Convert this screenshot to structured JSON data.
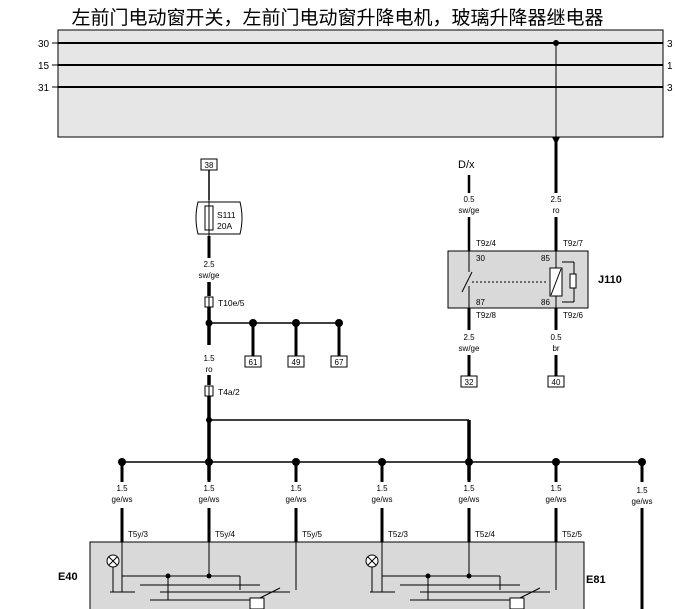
{
  "title": "左前门电动窗开关，左前门电动窗升降电机，玻璃升降器继电器",
  "rails": [
    "30",
    "15",
    "31"
  ],
  "rail_right": [
    "3",
    "1",
    "3"
  ],
  "fuse": {
    "terminal": "38",
    "name": "S111",
    "rating": "20A"
  },
  "wires": {
    "fuse_out": {
      "size": "2.5",
      "color": "sw/ge"
    },
    "conn_T10e": "T10e/5",
    "branch_terminals": [
      "61",
      "49",
      "67"
    ],
    "mid": {
      "size": "1.5",
      "color": "ro"
    },
    "conn_T4a": "T4a/2",
    "d_label": "D/x",
    "d_wire": {
      "size": "0.5",
      "color": "sw/ge"
    },
    "rail_wire": {
      "size": "2.5",
      "color": "ro"
    },
    "out_left": {
      "size": "2.5",
      "color": "sw/ge",
      "terminal": "32"
    },
    "out_right": {
      "size": "0.5",
      "color": "br",
      "terminal": "40"
    }
  },
  "relay": {
    "name": "J110",
    "pins": [
      "30",
      "85",
      "87",
      "86"
    ],
    "connectors": [
      "T9z/4",
      "T9z/7",
      "T9z/8",
      "T9z/6"
    ]
  },
  "drops": [
    {
      "size": "1.5",
      "color": "ge/ws",
      "conn": "T5y/3"
    },
    {
      "size": "1.5",
      "color": "ge/ws",
      "conn": "T5y/4"
    },
    {
      "size": "1.5",
      "color": "ge/ws",
      "conn": "T5y/5"
    },
    {
      "size": "1.5",
      "color": "ge/ws",
      "conn": "T5z/3"
    },
    {
      "size": "1.5",
      "color": "ge/ws",
      "conn": "T5z/4"
    },
    {
      "size": "1.5",
      "color": "ge/ws",
      "conn": "T5z/5"
    },
    {
      "size": "1.5",
      "color": "ge/ws",
      "conn": ""
    }
  ],
  "switches": {
    "left": "E40",
    "right": "E81"
  }
}
